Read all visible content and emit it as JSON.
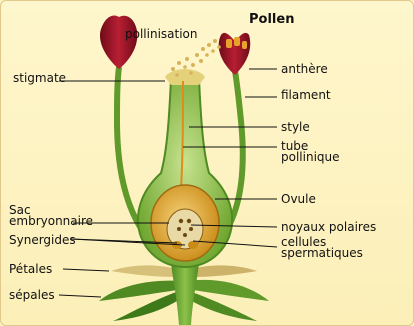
{
  "labels": {
    "pollinisation": "pollinisation",
    "pollen": "Pollen",
    "stigmate": "stigmate",
    "anthere": "anthère",
    "filament": "filament",
    "style": "style",
    "tube_line1": "tube",
    "tube_line2": "pollinique",
    "ovule": "Ovule",
    "sac_line1": "Sac",
    "sac_line2": "embryonnaire",
    "noyaux": "noyaux polaires",
    "synergides": "Synergides",
    "cellules_line1": "cellules",
    "cellules_line2": "spermatiques",
    "petales": "Pétales",
    "sepales": "sépales"
  },
  "colors": {
    "stem": "#7fb23c",
    "stem_dark": "#4f8a22",
    "petal_red": "#a3162a",
    "ovule_gold": "#e0a52b",
    "pollen": "#d8b25a",
    "tube": "#e28a1c"
  }
}
